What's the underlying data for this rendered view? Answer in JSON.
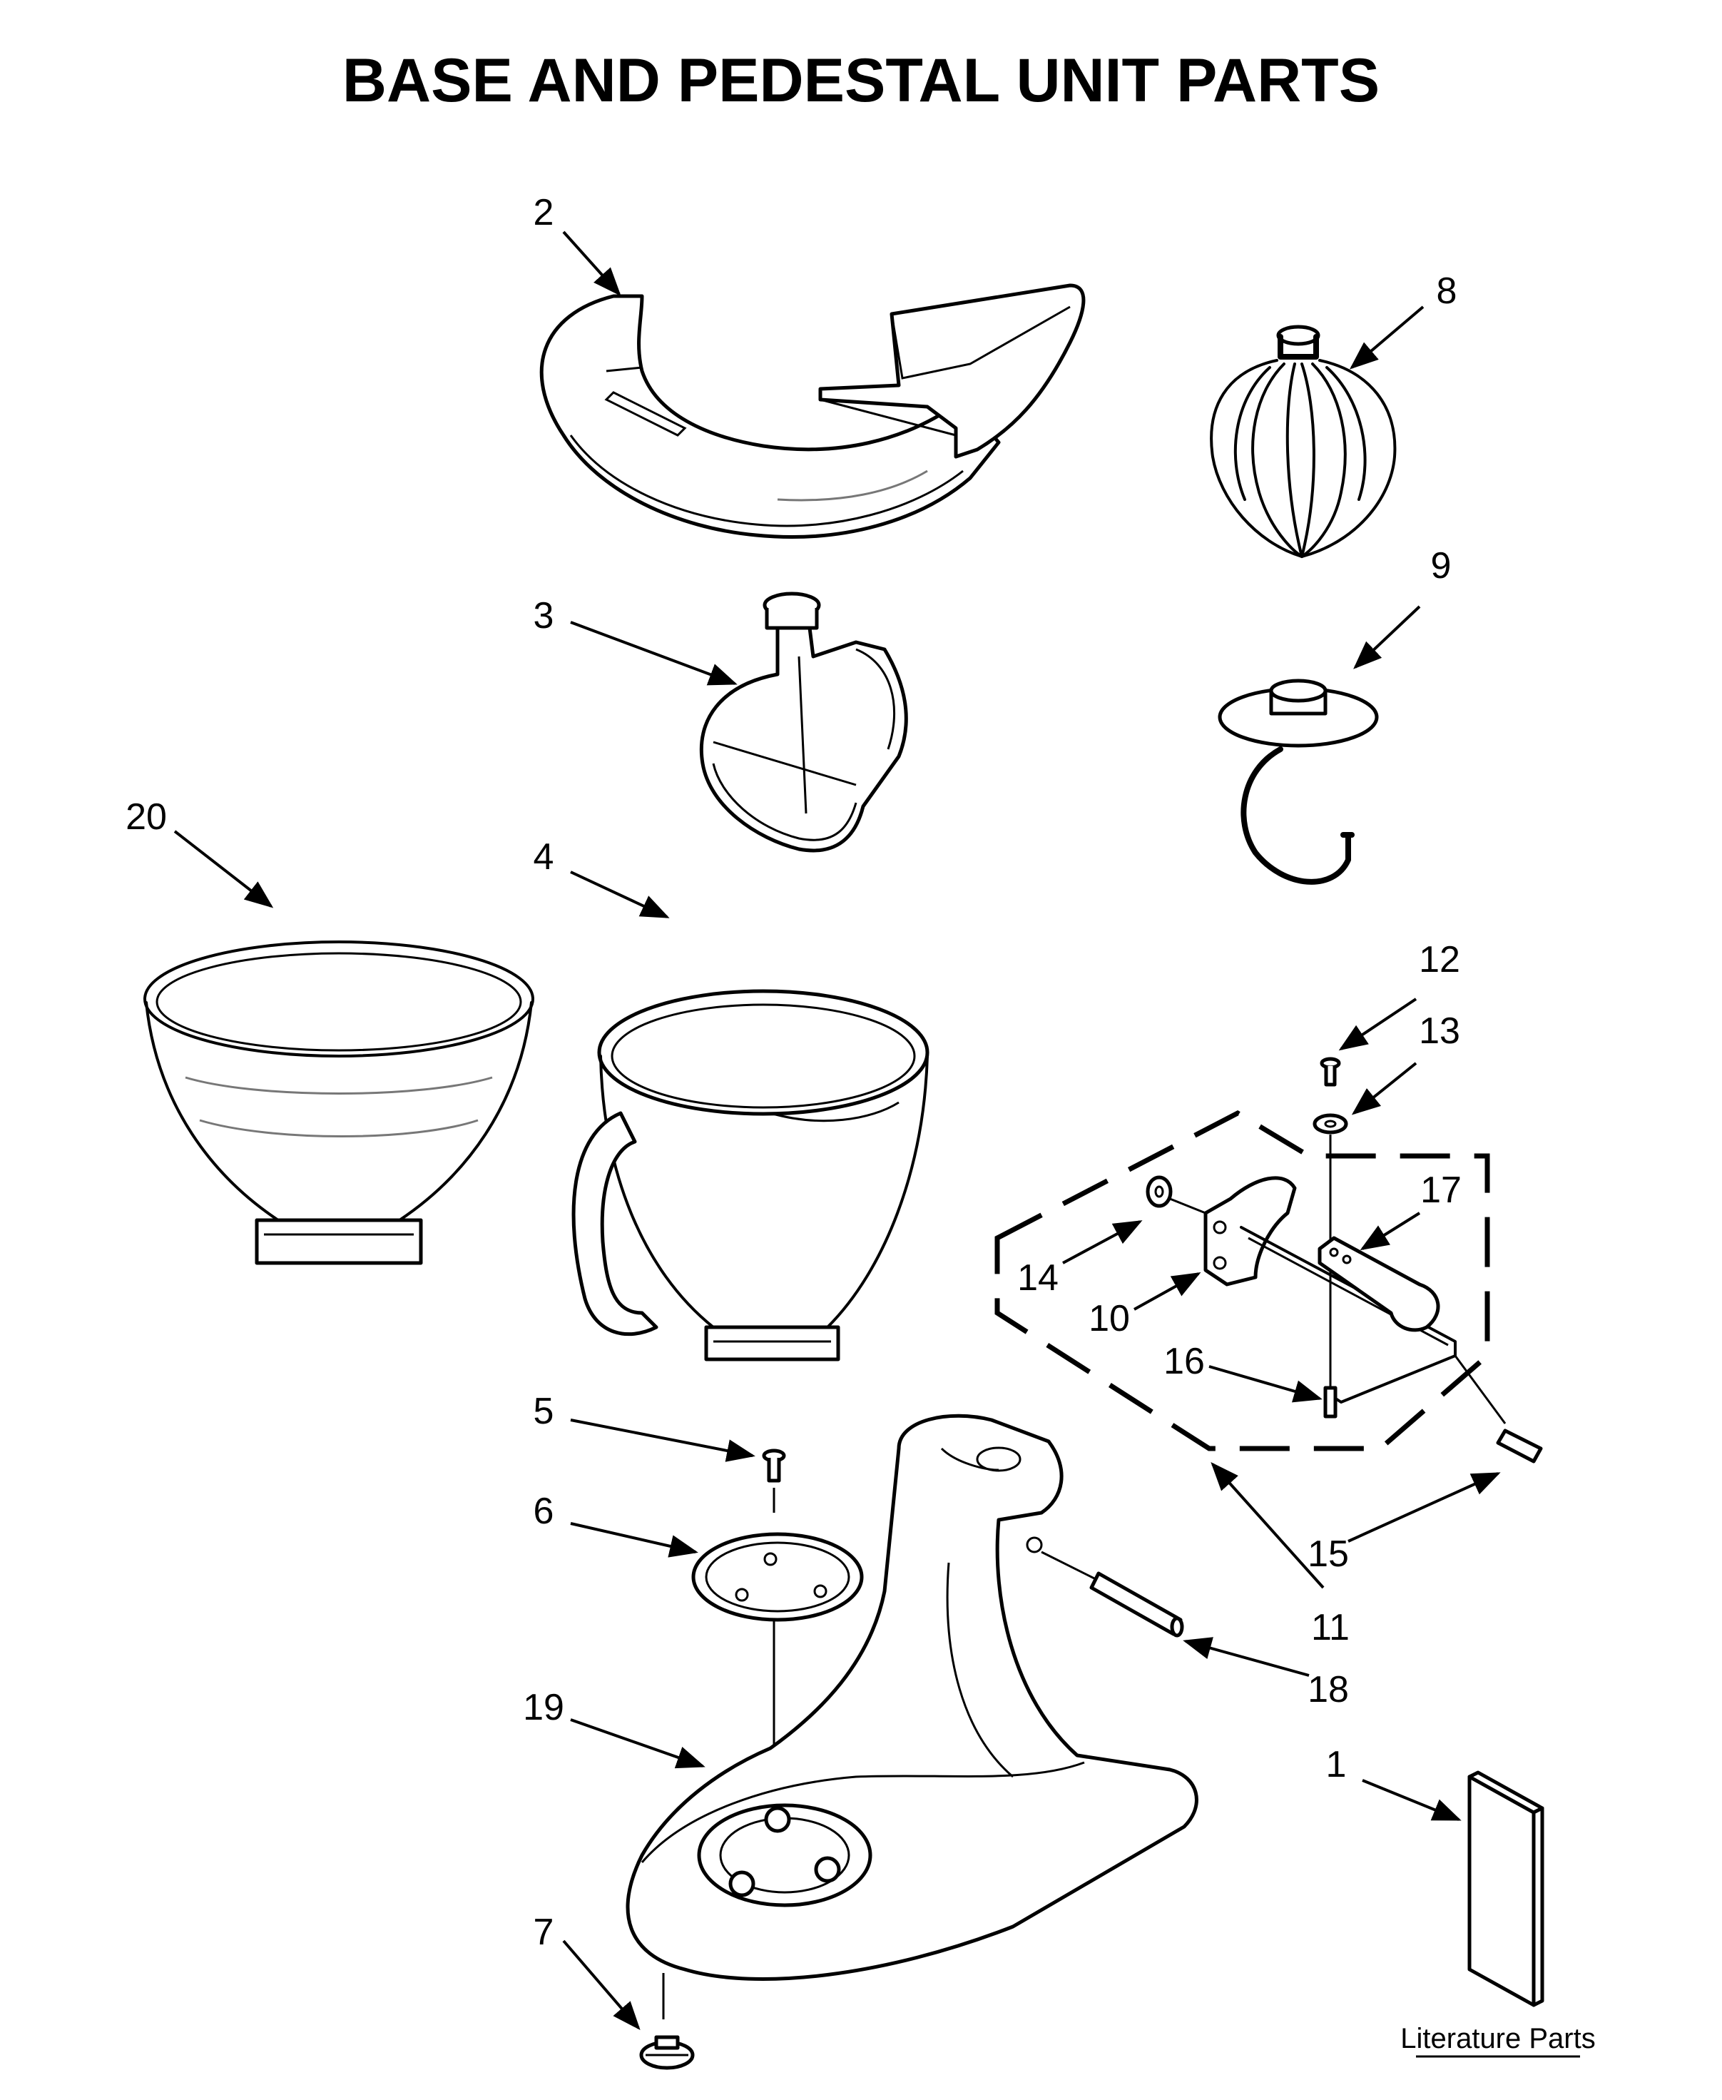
{
  "title": "BASE AND PEDESTAL UNIT PARTS",
  "literature_label": "Literature Parts",
  "parts": [
    {
      "number": "1",
      "name": "literature"
    },
    {
      "number": "2",
      "name": "pouring-shield"
    },
    {
      "number": "3",
      "name": "flat-beater"
    },
    {
      "number": "4",
      "name": "mixing-bowl"
    },
    {
      "number": "5",
      "name": "screw"
    },
    {
      "number": "6",
      "name": "bowl-clamp-plate"
    },
    {
      "number": "7",
      "name": "foot"
    },
    {
      "number": "8",
      "name": "wire-whip"
    },
    {
      "number": "9",
      "name": "dough-hook"
    },
    {
      "number": "10",
      "name": "bowl-lift-support"
    },
    {
      "number": "11",
      "name": "bowl-support-assembly"
    },
    {
      "number": "12",
      "name": "screw-small"
    },
    {
      "number": "13",
      "name": "washer"
    },
    {
      "number": "14",
      "name": "washer-flat"
    },
    {
      "number": "15",
      "name": "spring-pin"
    },
    {
      "number": "16",
      "name": "locking-pin"
    },
    {
      "number": "17",
      "name": "lift-handle"
    },
    {
      "number": "18",
      "name": "pivot-pin"
    },
    {
      "number": "19",
      "name": "pedestal"
    },
    {
      "number": "20",
      "name": "glass-bowl"
    }
  ]
}
